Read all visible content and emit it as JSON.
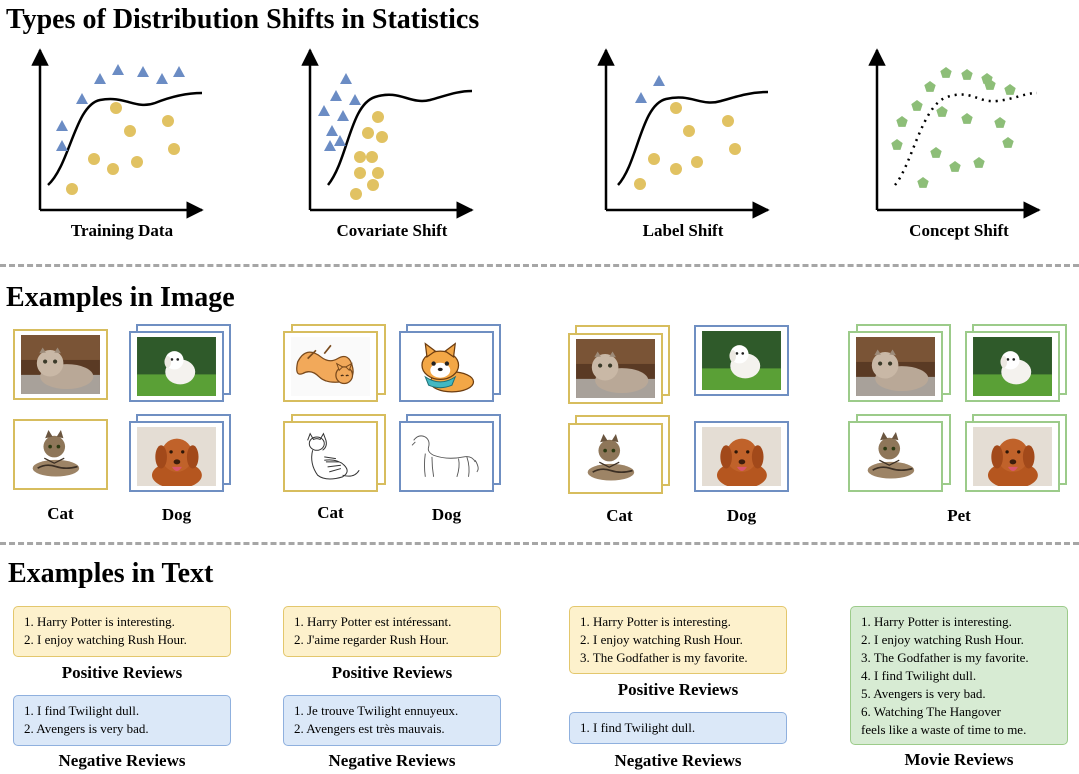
{
  "titles": {
    "statistics": "Types of Distribution Shifts in Statistics",
    "image": "Examples in Image",
    "text": "Examples in Text"
  },
  "plots": [
    {
      "caption": "Training Data"
    },
    {
      "caption": "Covariate Shift"
    },
    {
      "caption": "Label Shift"
    },
    {
      "caption": "Concept Shift"
    }
  ],
  "image_examples": {
    "training": {
      "left_label": "Cat",
      "right_label": "Dog"
    },
    "covariate": {
      "left_label": "Cat",
      "right_label": "Dog"
    },
    "label": {
      "left_label": "Cat",
      "right_label": "Dog"
    },
    "concept": {
      "label": "Pet"
    }
  },
  "text_examples": {
    "training": {
      "positive": {
        "lines": [
          "1. Harry Potter is interesting.",
          "2. I enjoy watching Rush Hour."
        ],
        "caption": "Positive Reviews"
      },
      "negative": {
        "lines": [
          "1. I find Twilight dull.",
          "2. Avengers is very bad."
        ],
        "caption": "Negative Reviews"
      }
    },
    "covariate": {
      "positive": {
        "lines": [
          "1. Harry Potter est intéressant.",
          "2. J'aime regarder Rush Hour."
        ],
        "caption": "Positive Reviews"
      },
      "negative": {
        "lines": [
          "1. Je trouve Twilight ennuyeux.",
          "2. Avengers est très mauvais."
        ],
        "caption": "Negative Reviews"
      }
    },
    "label": {
      "positive": {
        "lines": [
          "1. Harry Potter is interesting.",
          "2. I enjoy watching Rush Hour.",
          "3. The Godfather is my favorite."
        ],
        "caption": "Positive Reviews"
      },
      "negative": {
        "lines": [
          "1. I find Twilight dull."
        ],
        "caption": "Negative Reviews"
      }
    },
    "concept": {
      "all": {
        "lines": [
          "1. Harry Potter is interesting.",
          "2. I enjoy watching Rush Hour.",
          "3. The Godfather is my favorite.",
          "4. I find Twilight dull.",
          "5. Avengers is very bad.",
          "6. Watching The Hangover",
          "feels like a waste of time to me."
        ],
        "caption": "Movie Reviews"
      }
    }
  },
  "colors": {
    "class_a": "#6b8cc4",
    "class_b": "#e1c262",
    "concept": "#8dbe78",
    "yellow_frame": "#d7bd5e",
    "blue_frame": "#6f8fc2",
    "green_frame": "#9ccb8a"
  },
  "icons": {
    "class_a_marker": "triangle",
    "class_b_marker": "circle",
    "concept_marker": "pentagon"
  }
}
